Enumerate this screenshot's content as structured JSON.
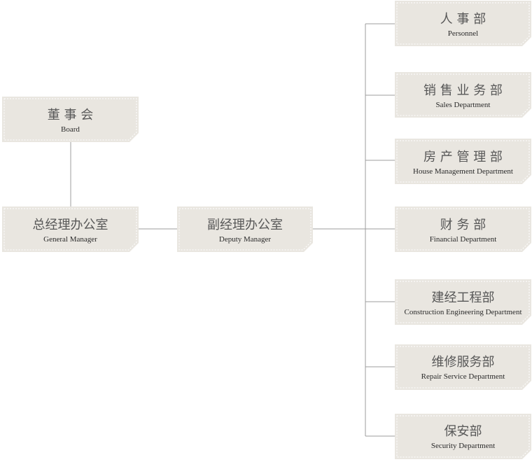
{
  "colors": {
    "box_fill": "#e9e6e0",
    "connector": "#9c9c9c",
    "zh_text": "#585858",
    "en_text": "#2a2a2a"
  },
  "nodes": [
    {
      "id": "board",
      "zh": "董 事 会",
      "en": "Board"
    },
    {
      "id": "general-manager",
      "zh": "总经理办公室",
      "en": "General Manager"
    },
    {
      "id": "deputy-manager",
      "zh": "副经理办公室",
      "en": "Deputy Manager"
    },
    {
      "id": "personnel",
      "zh": "人 事 部",
      "en": "Personnel"
    },
    {
      "id": "sales",
      "zh": "销 售 业 务 部",
      "en": "Sales Department"
    },
    {
      "id": "house-management",
      "zh": "房 产 管 理 部",
      "en": "House Management Department"
    },
    {
      "id": "financial",
      "zh": "财 务 部",
      "en": "Financial Department"
    },
    {
      "id": "construction",
      "zh": "建经工程部",
      "en": "Construction Engineering Department"
    },
    {
      "id": "repair",
      "zh": "维修服务部",
      "en": "Repair Service Department"
    },
    {
      "id": "security",
      "zh": "保安部",
      "en": "Security Department"
    }
  ],
  "edges": [
    {
      "from": "board",
      "to": "general-manager"
    },
    {
      "from": "general-manager",
      "to": "deputy-manager"
    },
    {
      "from": "deputy-manager",
      "to": "personnel"
    },
    {
      "from": "deputy-manager",
      "to": "sales"
    },
    {
      "from": "deputy-manager",
      "to": "house-management"
    },
    {
      "from": "deputy-manager",
      "to": "financial"
    },
    {
      "from": "deputy-manager",
      "to": "construction"
    },
    {
      "from": "deputy-manager",
      "to": "repair"
    },
    {
      "from": "deputy-manager",
      "to": "security"
    }
  ]
}
